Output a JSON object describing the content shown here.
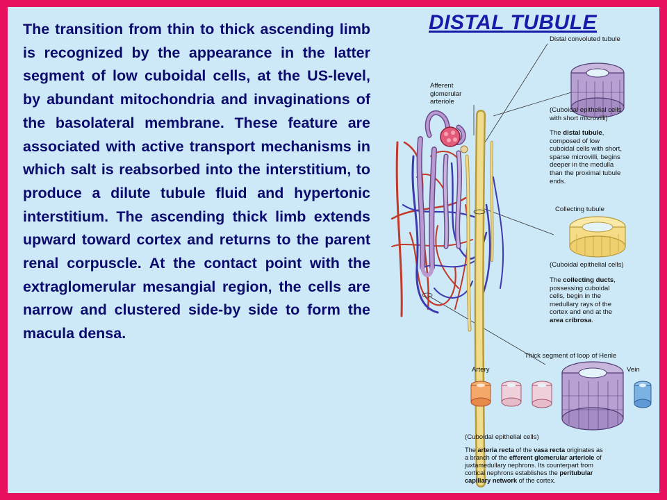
{
  "slide": {
    "title": "DISTAL  TUBULE",
    "body": "The transition from thin to thick ascending limb is recognized by the appearance in the latter segment of low cuboidal cells, at the US-level, by abundant mitochondria and invaginations of the basolateral membrane. These feature are associated with active transport mechanisms in which salt is reabsorbed into the interstitium, to produce a dilute tubule fluid and hypertonic interstitium. The ascending thick limb extends upward toward cortex and returns to the parent renal corpuscle. At the contact point with the extraglomerular mesangial region, the cells are narrow and clustered side-by side to form the macula densa."
  },
  "figure": {
    "label_dct": "Distal convoluted tubule",
    "label_afferent": "Afferent\nglomerular\narteriole",
    "label_dct_cells": "(Cuboidal epithelial cells\nwith short microvilli)",
    "dct_desc_1": "The ",
    "dct_desc_bold": "distal tubule",
    "dct_desc_2": ",\ncomposed of low\ncuboidal cells with short,\nsparse microvilli, begins\ndeeper in the medulla\nthan the proximal tubule\nends.",
    "label_collecting": "Collecting tubule",
    "label_collecting_cells": "(Cuboidal epithelial cells)",
    "coll_desc_1": "The ",
    "coll_desc_bold": "collecting ducts",
    "coll_desc_2": ",\npossessing cuboidal\ncells, begin in the\nmedullary rays of the\ncortex and end at the\n",
    "coll_desc_bold2": "area cribrosa",
    "coll_desc_3": ".",
    "label_thick": "Thick segment of loop of Henle",
    "label_artery": "Artery",
    "label_vein": "Vein",
    "label_thick_cells": "(Cuboidal epithelial cells)",
    "vr_1": "The ",
    "vr_bold1": "arteria recta",
    "vr_2": " of the ",
    "vr_bold2": "vasa recta",
    "vr_3": " originates as\na branch of the ",
    "vr_bold3": "efferent glomerular arteriole",
    "vr_4": " of\njuxtamedullary nephrons. Its counterpart from\ncortical nephrons establishes the ",
    "vr_bold4": "peritubular\ncapillary network",
    "vr_5": " of the cortex."
  }
}
